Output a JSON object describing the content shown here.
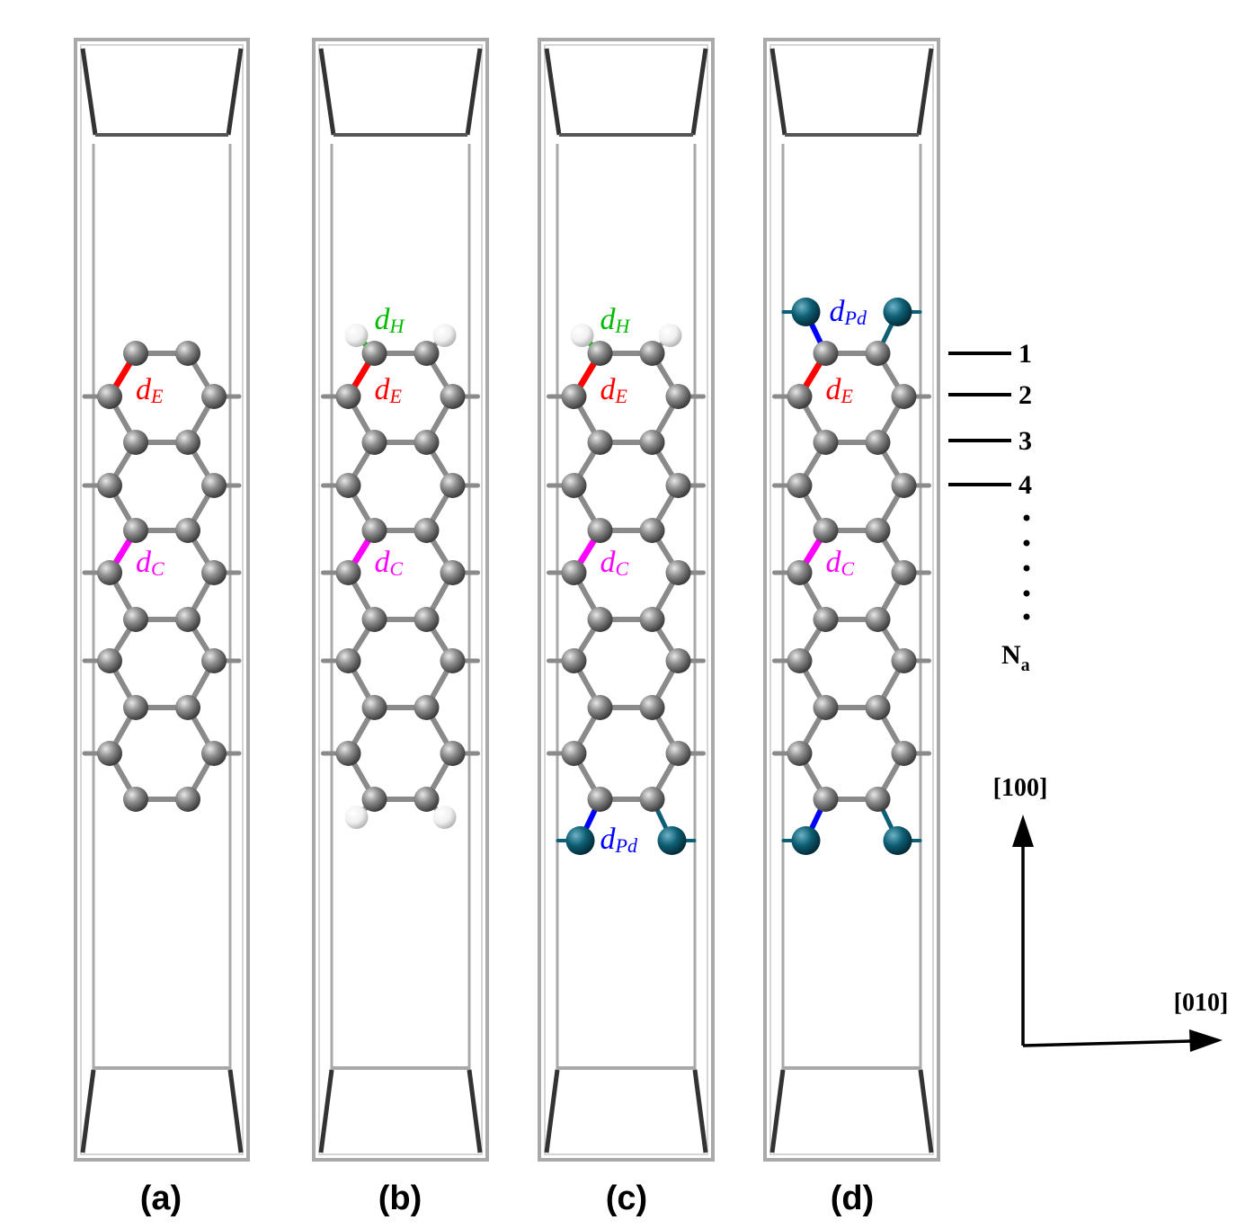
{
  "panels": [
    {
      "label": "(a)",
      "passivation": "none",
      "bonds": [
        {
          "main": "d",
          "sub": "E",
          "color": "#ff0000"
        },
        {
          "main": "d",
          "sub": "C",
          "color": "#ff00ff"
        }
      ]
    },
    {
      "label": "(b)",
      "passivation": "H-both",
      "bonds": [
        {
          "main": "d",
          "sub": "H",
          "color": "#00bb00"
        },
        {
          "main": "d",
          "sub": "E",
          "color": "#ff0000"
        },
        {
          "main": "d",
          "sub": "C",
          "color": "#ff00ff"
        }
      ]
    },
    {
      "label": "(c)",
      "passivation": "H-top-Pd-bottom",
      "bonds": [
        {
          "main": "d",
          "sub": "H",
          "color": "#00bb00"
        },
        {
          "main": "d",
          "sub": "E",
          "color": "#ff0000"
        },
        {
          "main": "d",
          "sub": "C",
          "color": "#ff00ff"
        },
        {
          "main": "d",
          "sub": "Pd",
          "color": "#0000ff"
        }
      ]
    },
    {
      "label": "(d)",
      "passivation": "Pd-both",
      "bonds": [
        {
          "main": "d",
          "sub": "Pd",
          "color": "#0000ff"
        },
        {
          "main": "d",
          "sub": "E",
          "color": "#ff0000"
        },
        {
          "main": "d",
          "sub": "C",
          "color": "#ff00ff"
        }
      ]
    }
  ],
  "layers": [
    "1",
    "2",
    "3",
    "4"
  ],
  "layer_count": {
    "main": "N",
    "sub": "a"
  },
  "axes": {
    "vertical": "[100]",
    "horizontal": "[010]"
  },
  "colors": {
    "carbon": "#808080",
    "hydrogen": "#f4f4f4",
    "palladium": "#0e5f75",
    "bond": "#8a8a8a",
    "cell": "#a9a9a9"
  }
}
